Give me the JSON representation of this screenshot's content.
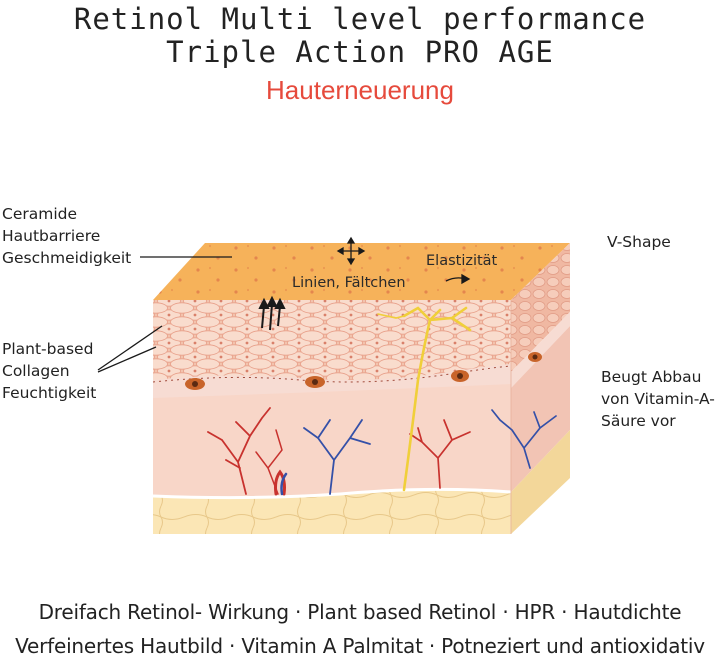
{
  "title_line1": "Retinol Multi level performance",
  "title_line2": "Triple Action PRO AGE",
  "subtitle": "Hauterneuerung",
  "left_labels": {
    "top": [
      "Ceramide",
      "Hautbarriere",
      "Geschmeidigkeit"
    ],
    "middle": [
      "Plant-based",
      "Collagen",
      "Feuchtigkeit"
    ]
  },
  "right_labels": {
    "top": "V-Shape",
    "middle": [
      "Beugt Abbau",
      "von Vitamin-A-",
      "Säure vor"
    ]
  },
  "diagram_labels": {
    "lines": "Linien, Fältchen",
    "elasticity": "Elastizität"
  },
  "footer": {
    "line1": "Dreifach Retinol- Wirkung · Plant based Retinol · HPR · Hautdichte",
    "line2": "Verfeinertes Hautbild · Vitamin A Palmitat · Potneziert und antioxidativ"
  },
  "colors": {
    "subtitle": "#e64a3c",
    "surface": "#f6b25a",
    "epidermis": "#f2c3ad",
    "dermis": "#f8d6c8",
    "fat": "#fbe6b5",
    "artery": "#c8322e",
    "vein": "#3450a8",
    "nerve": "#f0cf3a"
  }
}
